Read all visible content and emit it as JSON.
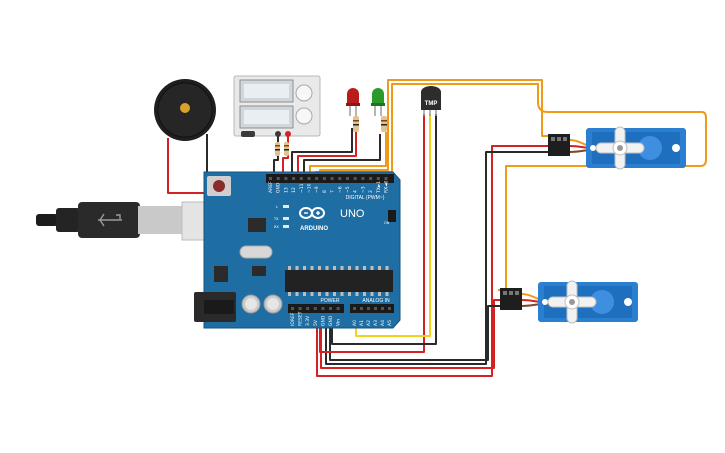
{
  "board": {
    "brand": "ARDUINO",
    "model": "UNO",
    "digital_label": "DIGITAL (PWM~)",
    "power_label": "POWER",
    "analog_label": "ANALOG IN",
    "on_label": "ON",
    "l_label": "L",
    "tx_label": "TX",
    "rx_label": "RX",
    "digital_pins": [
      "AREF",
      "GND",
      "13",
      "12",
      "~11",
      "~10",
      "~9",
      "8",
      "7",
      "~6",
      "~5",
      "4",
      "~3",
      "2",
      "TX►1",
      "RX◄0"
    ],
    "power_pins": [
      "IOREF",
      "RESET",
      "3.3V",
      "5V",
      "GND",
      "GND",
      "Vin"
    ],
    "analog_pins": [
      "A0",
      "A1",
      "A2",
      "A3",
      "A4",
      "A5"
    ]
  },
  "sensor": {
    "label": "TMP"
  },
  "colors": {
    "board": "#1f6ea3",
    "wire_red": "#d42222",
    "wire_black": "#2a2a2a",
    "wire_orange": "#f09a1a",
    "wire_yellow": "#f2d21c",
    "servo_body": "#2b7fd0",
    "led_red": "#b81d1d",
    "led_green": "#2a9a2a"
  }
}
